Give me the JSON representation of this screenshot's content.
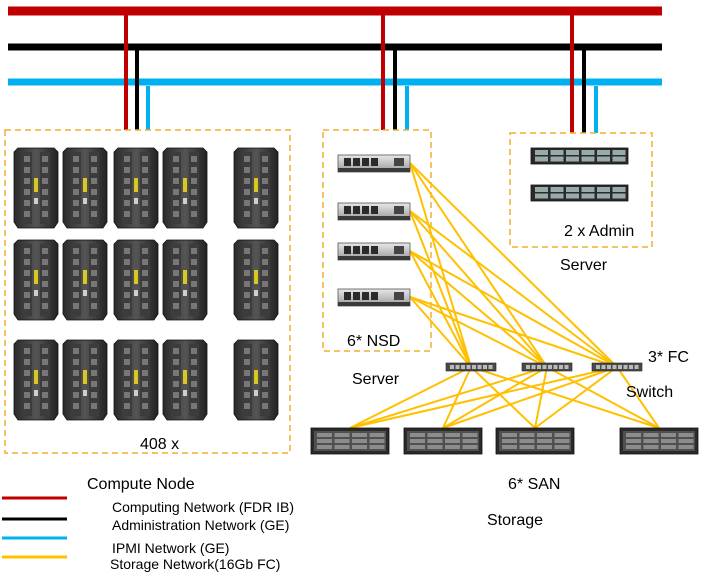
{
  "colors": {
    "computing": "#c00000",
    "administration": "#000000",
    "ipmi": "#00b0f0",
    "storage": "#ffc000",
    "group_border": "#f0b030"
  },
  "groups": {
    "compute": {
      "count_label": "408 x",
      "name_label": "Compute Node",
      "rows": 3,
      "cols": 6,
      "empty_col": 4
    },
    "nsd": {
      "count_label": "6* NSD",
      "name_label": "Server",
      "server_count": 4
    },
    "admin": {
      "count_label": "2 x Admin",
      "name_label": "Server",
      "server_count": 2
    },
    "fc_switch": {
      "count_label": "3* FC",
      "name_label": "Switch",
      "switch_count": 3
    },
    "san": {
      "count_label": "6* SAN",
      "name_label": "Storage",
      "array_count": 4
    }
  },
  "networks": [
    {
      "key": "computing",
      "label": "Computing Network (FDR IB)"
    },
    {
      "key": "administration",
      "label": "Administration Network (GE)"
    },
    {
      "key": "ipmi",
      "label": "IPMI Network (GE)"
    },
    {
      "key": "storage",
      "label": "Storage Network(16Gb FC)"
    }
  ]
}
